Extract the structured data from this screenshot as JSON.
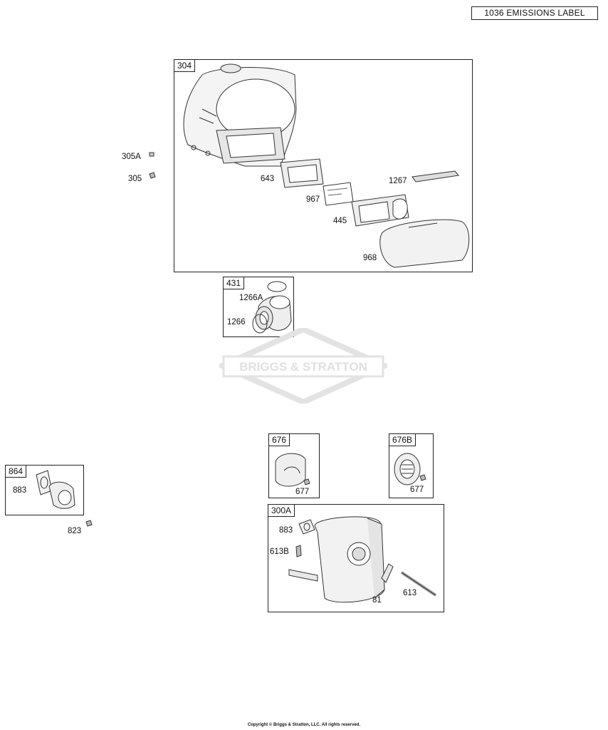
{
  "emissions_label": "1036 EMISSIONS LABEL",
  "watermark": {
    "text": "BRIGGS & STRATTON"
  },
  "groups": {
    "g304": {
      "ref": "304",
      "parts": {
        "p305a": "305A",
        "p305": "305",
        "p643": "643",
        "p967": "967",
        "p1267": "1267",
        "p445": "445",
        "p968": "968"
      }
    },
    "g431": {
      "ref": "431",
      "parts": {
        "p1266a": "1266A",
        "p1266": "1266"
      }
    },
    "g864": {
      "ref": "864",
      "parts": {
        "p883": "883",
        "p823": "823"
      }
    },
    "g676": {
      "ref": "676",
      "parts": {
        "p677": "677"
      }
    },
    "g676b": {
      "ref": "676B",
      "parts": {
        "p677": "677"
      }
    },
    "g300a": {
      "ref": "300A",
      "parts": {
        "p883": "883",
        "p613b": "613B",
        "p81": "81",
        "p613": "613"
      }
    }
  },
  "copyright": "Copyright © Briggs & Stratton, LLC. All rights reserved."
}
